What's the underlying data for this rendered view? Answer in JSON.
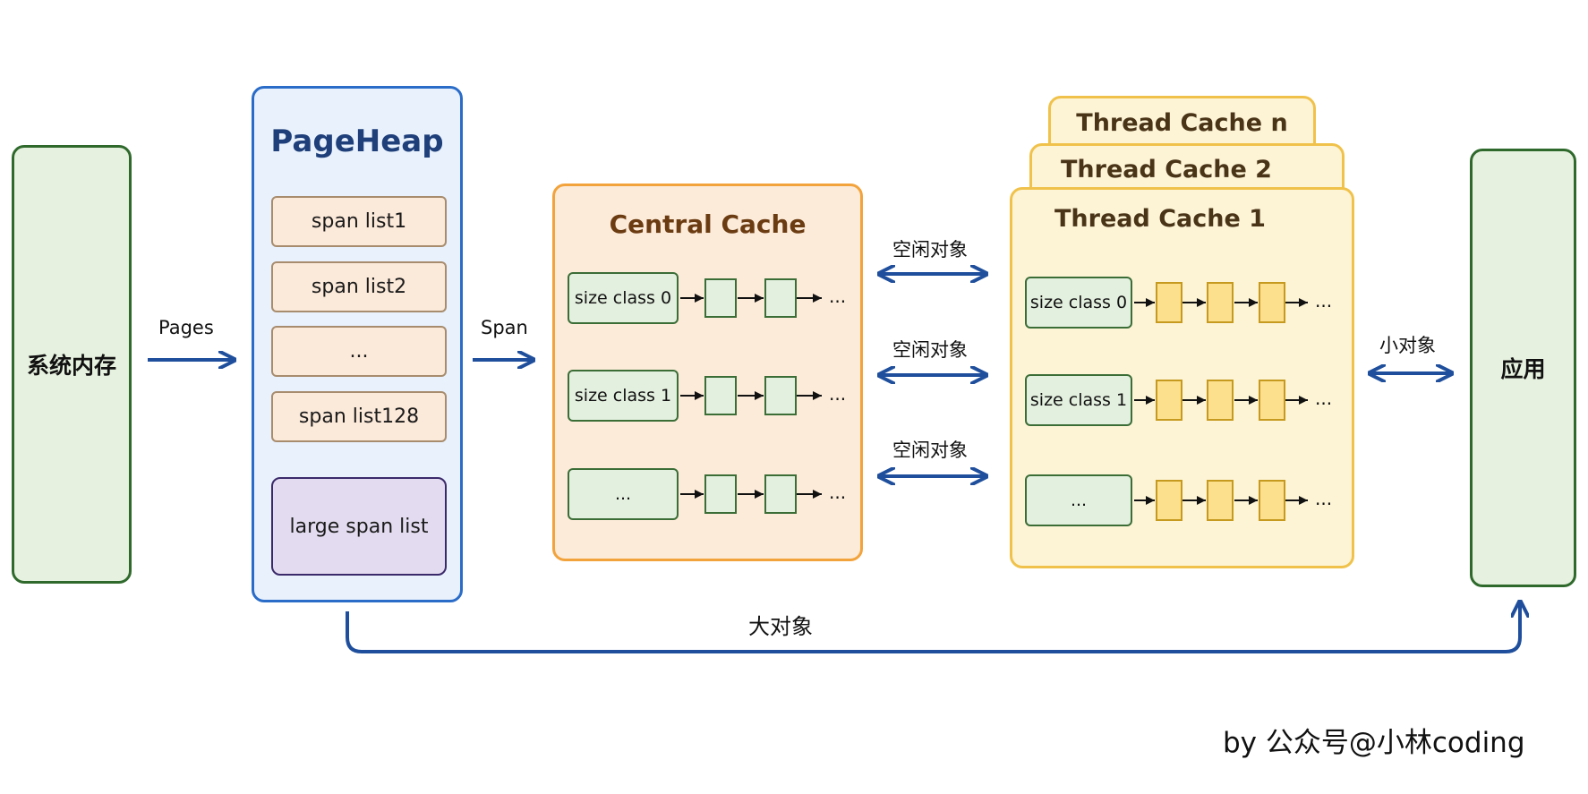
{
  "system_memory": {
    "label": "系统内存"
  },
  "application": {
    "label": "应用"
  },
  "arrows": {
    "pages": "Pages",
    "span": "Span",
    "free_objects": [
      "空闲对象",
      "空闲对象",
      "空闲对象"
    ],
    "small_objects": "小对象",
    "large_objects": "大对象"
  },
  "pageheap": {
    "title": "PageHeap",
    "span_lists": [
      "span list1",
      "span list2",
      "...",
      "span list128"
    ],
    "large_span_list": "large span list"
  },
  "central_cache": {
    "title": "Central Cache",
    "rows": [
      "size class 0",
      "size class 1",
      "..."
    ]
  },
  "thread_caches": {
    "titles": [
      "Thread Cache n",
      "Thread Cache 2",
      "Thread Cache 1"
    ],
    "rows": [
      "size class 0",
      "size class 1",
      "..."
    ]
  },
  "ellipsis": "...",
  "credit": "by 公众号@小林coding",
  "colors": {
    "arrow": "#1f4f9c",
    "green_fill": "#e4f0df",
    "green_border": "#2f6a2c",
    "pageheap_fill": "#e8f1fc",
    "pageheap_border": "#2a6cc8",
    "central_fill": "#fcebd9",
    "central_border": "#f2a33c",
    "thread_fill": "#fdf4d6",
    "thread_border": "#f0c24b",
    "object_yellow": "#fce08e"
  }
}
